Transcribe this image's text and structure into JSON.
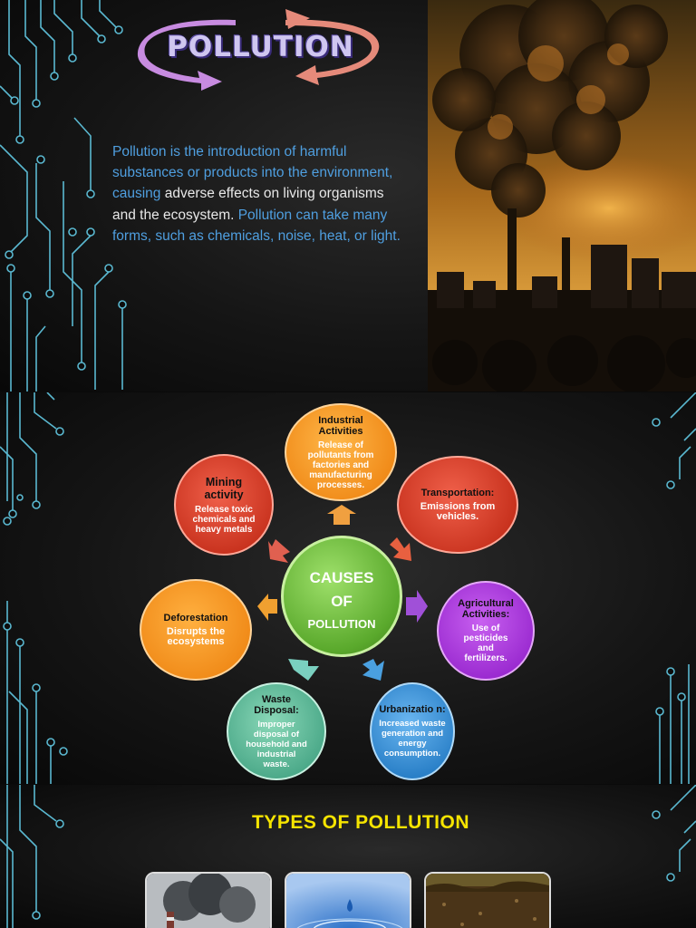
{
  "slide1": {
    "title": "POLLUTION",
    "intro": {
      "part1": "Pollution is the introduction of harmful substances or products into the environment, causing ",
      "part2": "adverse effects on living organisms and the ecosystem. ",
      "part3": "Pollution can take many forms, such as chemicals, noise, heat, or light."
    },
    "colors": {
      "arrow_left": "#c78be0",
      "arrow_right": "#e58a7a",
      "text_blue": "#4f9fe0"
    }
  },
  "slide2": {
    "center": {
      "line1": "CAUSES",
      "line2": "OF",
      "line3": "POLLUTION"
    },
    "causes": [
      {
        "title": "Industrial Activities",
        "text": "Release of pollutants from factories and manufacturing processes."
      },
      {
        "title": "Transportation:",
        "text": "Emissions from vehicles."
      },
      {
        "title": "Agricultural Activities:",
        "text": "Use of pesticides and fertilizers."
      },
      {
        "title": "Urbanizatio n:",
        "text": "Increased waste generation and energy consumption."
      },
      {
        "title": "Waste Disposal:",
        "text": "Improper disposal of household and industrial waste."
      },
      {
        "title": "Deforestation",
        "text": "Disrupts the ecosystems"
      },
      {
        "title": "Mining activity",
        "text": "Release toxic chemicals and heavy metals"
      }
    ]
  },
  "slide3": {
    "title": "TYPES OF POLLUTION",
    "thumbnails": [
      "air-pollution-image",
      "water-pollution-image",
      "soil-pollution-image"
    ]
  }
}
